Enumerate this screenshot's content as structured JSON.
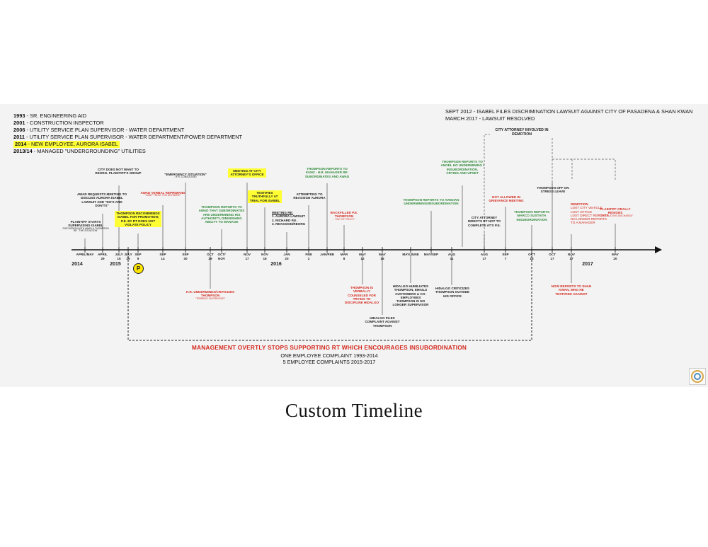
{
  "legend": [
    {
      "year": "1993",
      "text": " - SR. ENGINEERING AID",
      "highlight": false
    },
    {
      "year": "2001",
      "text": " - CONSTRUCTION INSPECTOR",
      "highlight": false
    },
    {
      "year": "2006",
      "text": " - UTILITY SERVICE PLAN SUPERVISOR - WATER DEPARTMENT",
      "highlight": false
    },
    {
      "year": "2011",
      "text": " - UTILITY SERVICE PLAN SUPERVISOR - WATER DEPARTMENT/POWER DEPARTMENT",
      "highlight": false
    },
    {
      "year": "2014",
      "text": " - NEW EMPLOYEE, AURORA ISABEL",
      "highlight": true
    },
    {
      "year": "2013/14",
      "text": " - MANAGED \"UNDERGROUNDING\" UTILITIES",
      "highlight": false
    }
  ],
  "top_right": {
    "line1": "SEPT 2012 - ISABEL FILES DISCRIMINATION LAWSUIT AGAINST CITY OF PASADENA & SHAN KWAN",
    "line2": "MARCH 2017 - LAWSUIT RESOLVED"
  },
  "city_attorney_bracket": "CITY ATTORNEY INVOLVED IN DEMOTION",
  "ticks": [
    {
      "l1": "APRIL/MAY",
      "l2": ""
    },
    {
      "l1": "APRIL",
      "l2": "29"
    },
    {
      "l1": "JULY",
      "l2": "15"
    },
    {
      "l1": "JULY",
      "l2": "29"
    },
    {
      "l1": "SEP",
      "l2": "9"
    },
    {
      "l1": "SEP",
      "l2": "14"
    },
    {
      "l1": "SEP",
      "l2": "30"
    },
    {
      "l1": "OCT",
      "l2": "29"
    },
    {
      "l1": "OCT/",
      "l2": "NOV"
    },
    {
      "l1": "NOV",
      "l2": "17"
    },
    {
      "l1": "NOV",
      "l2": "18"
    },
    {
      "l1": "JAN",
      "l2": "20"
    },
    {
      "l1": "FEB",
      "l2": "2"
    },
    {
      "l1": "JAN/FEB",
      "l2": ""
    },
    {
      "l1": "MAR",
      "l2": "8"
    },
    {
      "l1": "MAY",
      "l2": "12"
    },
    {
      "l1": "MAY",
      "l2": "16"
    },
    {
      "l1": "MAY/JUNE",
      "l2": ""
    },
    {
      "l1": "MAY/SEP",
      "l2": ""
    },
    {
      "l1": "AUG",
      "l2": "11"
    },
    {
      "l1": "AUG",
      "l2": "17"
    },
    {
      "l1": "SEP",
      "l2": "7"
    },
    {
      "l1": "OCT",
      "l2": "15"
    },
    {
      "l1": "OCT",
      "l2": "17"
    },
    {
      "l1": "NOV",
      "l2": "17"
    },
    {
      "l1": "MAY",
      "l2": "20"
    }
  ],
  "years": [
    "2014",
    "2015",
    "2016",
    "2017"
  ],
  "events": {
    "e1": {
      "title": "PLAINTIFF STARTS SUPERVISING ISABEL",
      "sub": "DISCUSSION WITH AWAD & THOMPSON RE: \"THE SITUATION\""
    },
    "e2": {
      "title": "AWAD REQUESTS MEETING TO DISCUSS AURORA ISABEL LAWSUIT AND \"DO'S AND DON'TS\""
    },
    "e3": {
      "title": "CITY DOES NOT WANT TO REORG. PLAINTIFF'S GROUP"
    },
    "e4": {
      "title": "THOMPSON RECOMMENDS ISABEL FOR PROMOTION; P.E. BY RT DOES NOT VIOLATE POLICY"
    },
    "e5": {
      "title": "AWAD VERBAL REPRIMAND",
      "sub": "\"CAN'T TRUST YOU ANYMORE\""
    },
    "e6": {
      "title": "\"EMERGENCY SITUATION\"",
      "sub": "- H.R. CONSULTANT"
    },
    "e7": {
      "title": "THOMPSON REPORTS TO AWAD THAT SUBORDINATES ARE UNDERMINING HIS AUTHORITY, DIMINISHING ABILITY TO MANAGE"
    },
    "e8": {
      "title": "MEETING AT CITY ATTORNEY'S OFFICE"
    },
    "e9": {
      "title": "TESTIFIES TRUTHFULLY AT TRIAL FOR ISABEL"
    },
    "e10": {
      "title": "MEETING RE:",
      "items": [
        "1. AURORA LAWSUIT",
        "2. RICHARD P.E.",
        "3. REASSIGN/REORG"
      ]
    },
    "e11": {
      "title": "ATTEMPTING TO REASSIGN AURORA"
    },
    "e12": {
      "title": "THOMPSON REPORTS TO KUNZ - H.R. MANAGER RE: SUBORDINATES AND AWAD"
    },
    "e13": {
      "title": "BACKFILLED P.E. THOMPSON",
      "sub": "- \"OUT OF POLICY\""
    },
    "e14": {
      "title": "THOMPSON REPORTS TO AVEDIAN UNDERMINING/INSUBORDINATION"
    },
    "e15": {
      "title": "THOMPSON REPORTS TO ANGEL HO UNDERMINING / INSUBORDINATION, CRYING AND UPSET"
    },
    "e16": {
      "title": "CITY ATTORNEY DIRECTS RT NOT TO COMPLETE AT'S P.E."
    },
    "e17": {
      "title": "NOT ALLOWED IN GRIEVANCE MEETING"
    },
    "e18": {
      "title": "THOMPSON REPORTS MARCO SUSTAITA INSUBORDINATION"
    },
    "e19": {
      "title": "THOMPSON OFF ON STRESS LEAVE"
    },
    "e20": {
      "title": "DEMOTION",
      "items": [
        "LOST CITY VEHICLE",
        "LOST OFFICE",
        "LOST DIRECT REPORTS",
        "NO LONGER REPORTS TO A MANAGER"
      ]
    },
    "e21": {
      "title": "PLAINTIFF ORALLY RESIGNS",
      "sub": "\"CONSTRUCTIVE DISCHARGE\""
    },
    "b1": {
      "title": "H.R. UNDERMINES/CRITICIZES THOMPSON",
      "sub": "\"TERRIBLE SUPERVISOR\""
    },
    "b2": {
      "title": "THOMPSON IS VERBALLY COUNSELED FOR TRYING TO DISCIPLINE HIDALGO"
    },
    "b3": {
      "title": "HIDALGO FILES COMPLAINT AGAINST THOMPSON"
    },
    "b4": {
      "title": "HIDALGO HUMILIATES THOMPSON, EMAILS CUSTOMERS & CO-EMPLOYEES THOMPSON IS NO LONGER SUPERVISOR"
    },
    "b5": {
      "title": "HIDALGO CRITICIZES THOMPSON OUTSIDE HIS OFFICE"
    },
    "b6": {
      "title": "NOW REPORTS TO SHAN KWAN, WHO HE TESTIFIED AGAINST"
    }
  },
  "p_badge": "P",
  "bottom_banner": "MANAGEMENT OVERTLY STOPS SUPPORTING RT WHICH ENCOURAGES INSUBORDINATION",
  "complaints": [
    "ONE EMPLOYEE COMPLAINT 1993-2014",
    "5 EMPLOYEE COMPLAINTS 2015-2017"
  ],
  "caption": "Custom  Timeline"
}
